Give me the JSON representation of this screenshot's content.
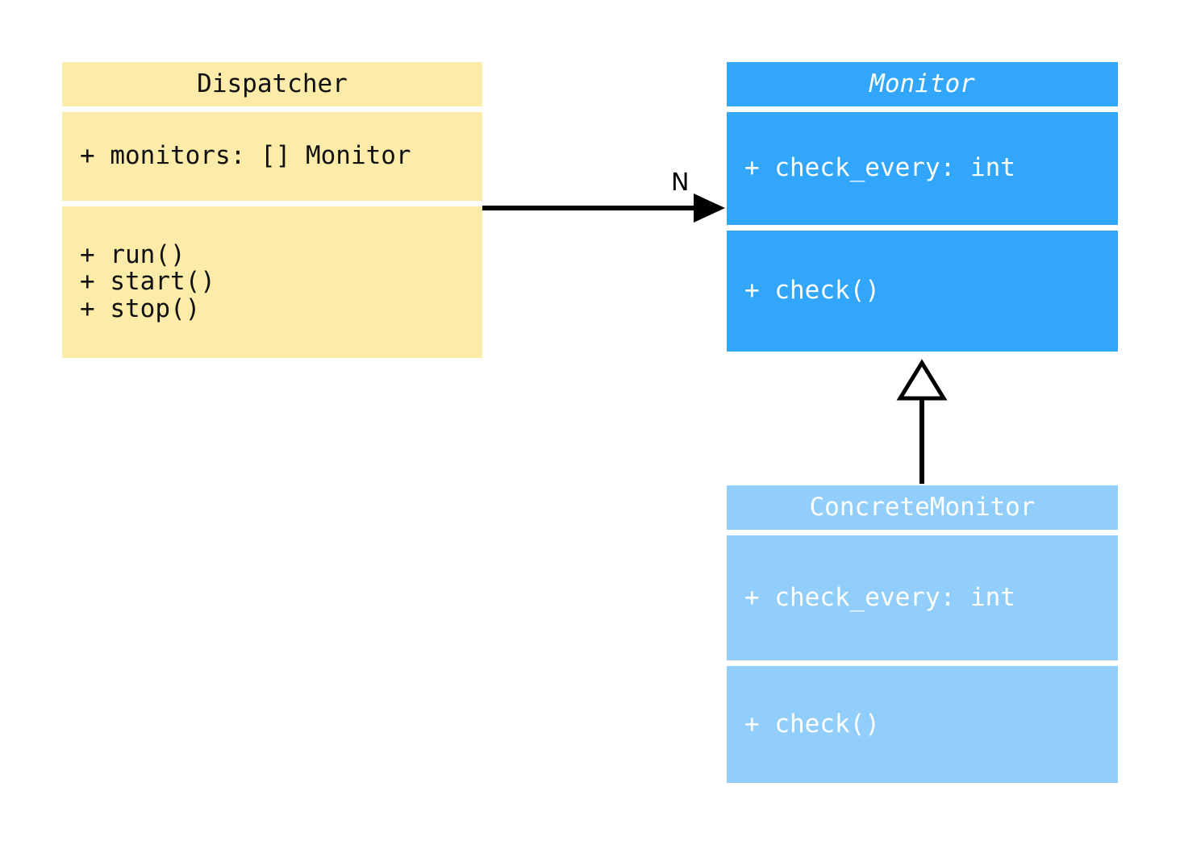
{
  "diagram": {
    "type": "uml-class-diagram",
    "background": "#ffffff"
  },
  "classes": [
    {
      "id": "dispatcher",
      "name": "Dispatcher",
      "abstract": false,
      "fill": "#FDECA9",
      "text_color": "#101010",
      "attributes": [
        "+ monitors: [] Monitor"
      ],
      "methods": [
        "+ run()",
        "+ start()",
        "+ stop()"
      ]
    },
    {
      "id": "monitor",
      "name": "Monitor",
      "abstract": true,
      "fill": "#31A6FB",
      "text_color": "#ffffff",
      "attributes": [
        "+ check_every: int"
      ],
      "methods": [
        "+ check()"
      ]
    },
    {
      "id": "concretemonitor",
      "name": "ConcreteMonitor",
      "abstract": false,
      "fill": "#92CEFB",
      "text_color": "#ffffff",
      "attributes": [
        "+ check_every: int"
      ],
      "methods": [
        "+ check()"
      ]
    }
  ],
  "relationships": [
    {
      "id": "dispatcher-to-monitor",
      "kind": "association",
      "from": "Dispatcher",
      "to": "Monitor",
      "label": "N",
      "arrow": "solid-filled"
    },
    {
      "id": "concretemonitor-to-monitor",
      "kind": "generalization",
      "from": "ConcreteMonitor",
      "to": "Monitor",
      "label": "",
      "arrow": "hollow-triangle"
    }
  ]
}
